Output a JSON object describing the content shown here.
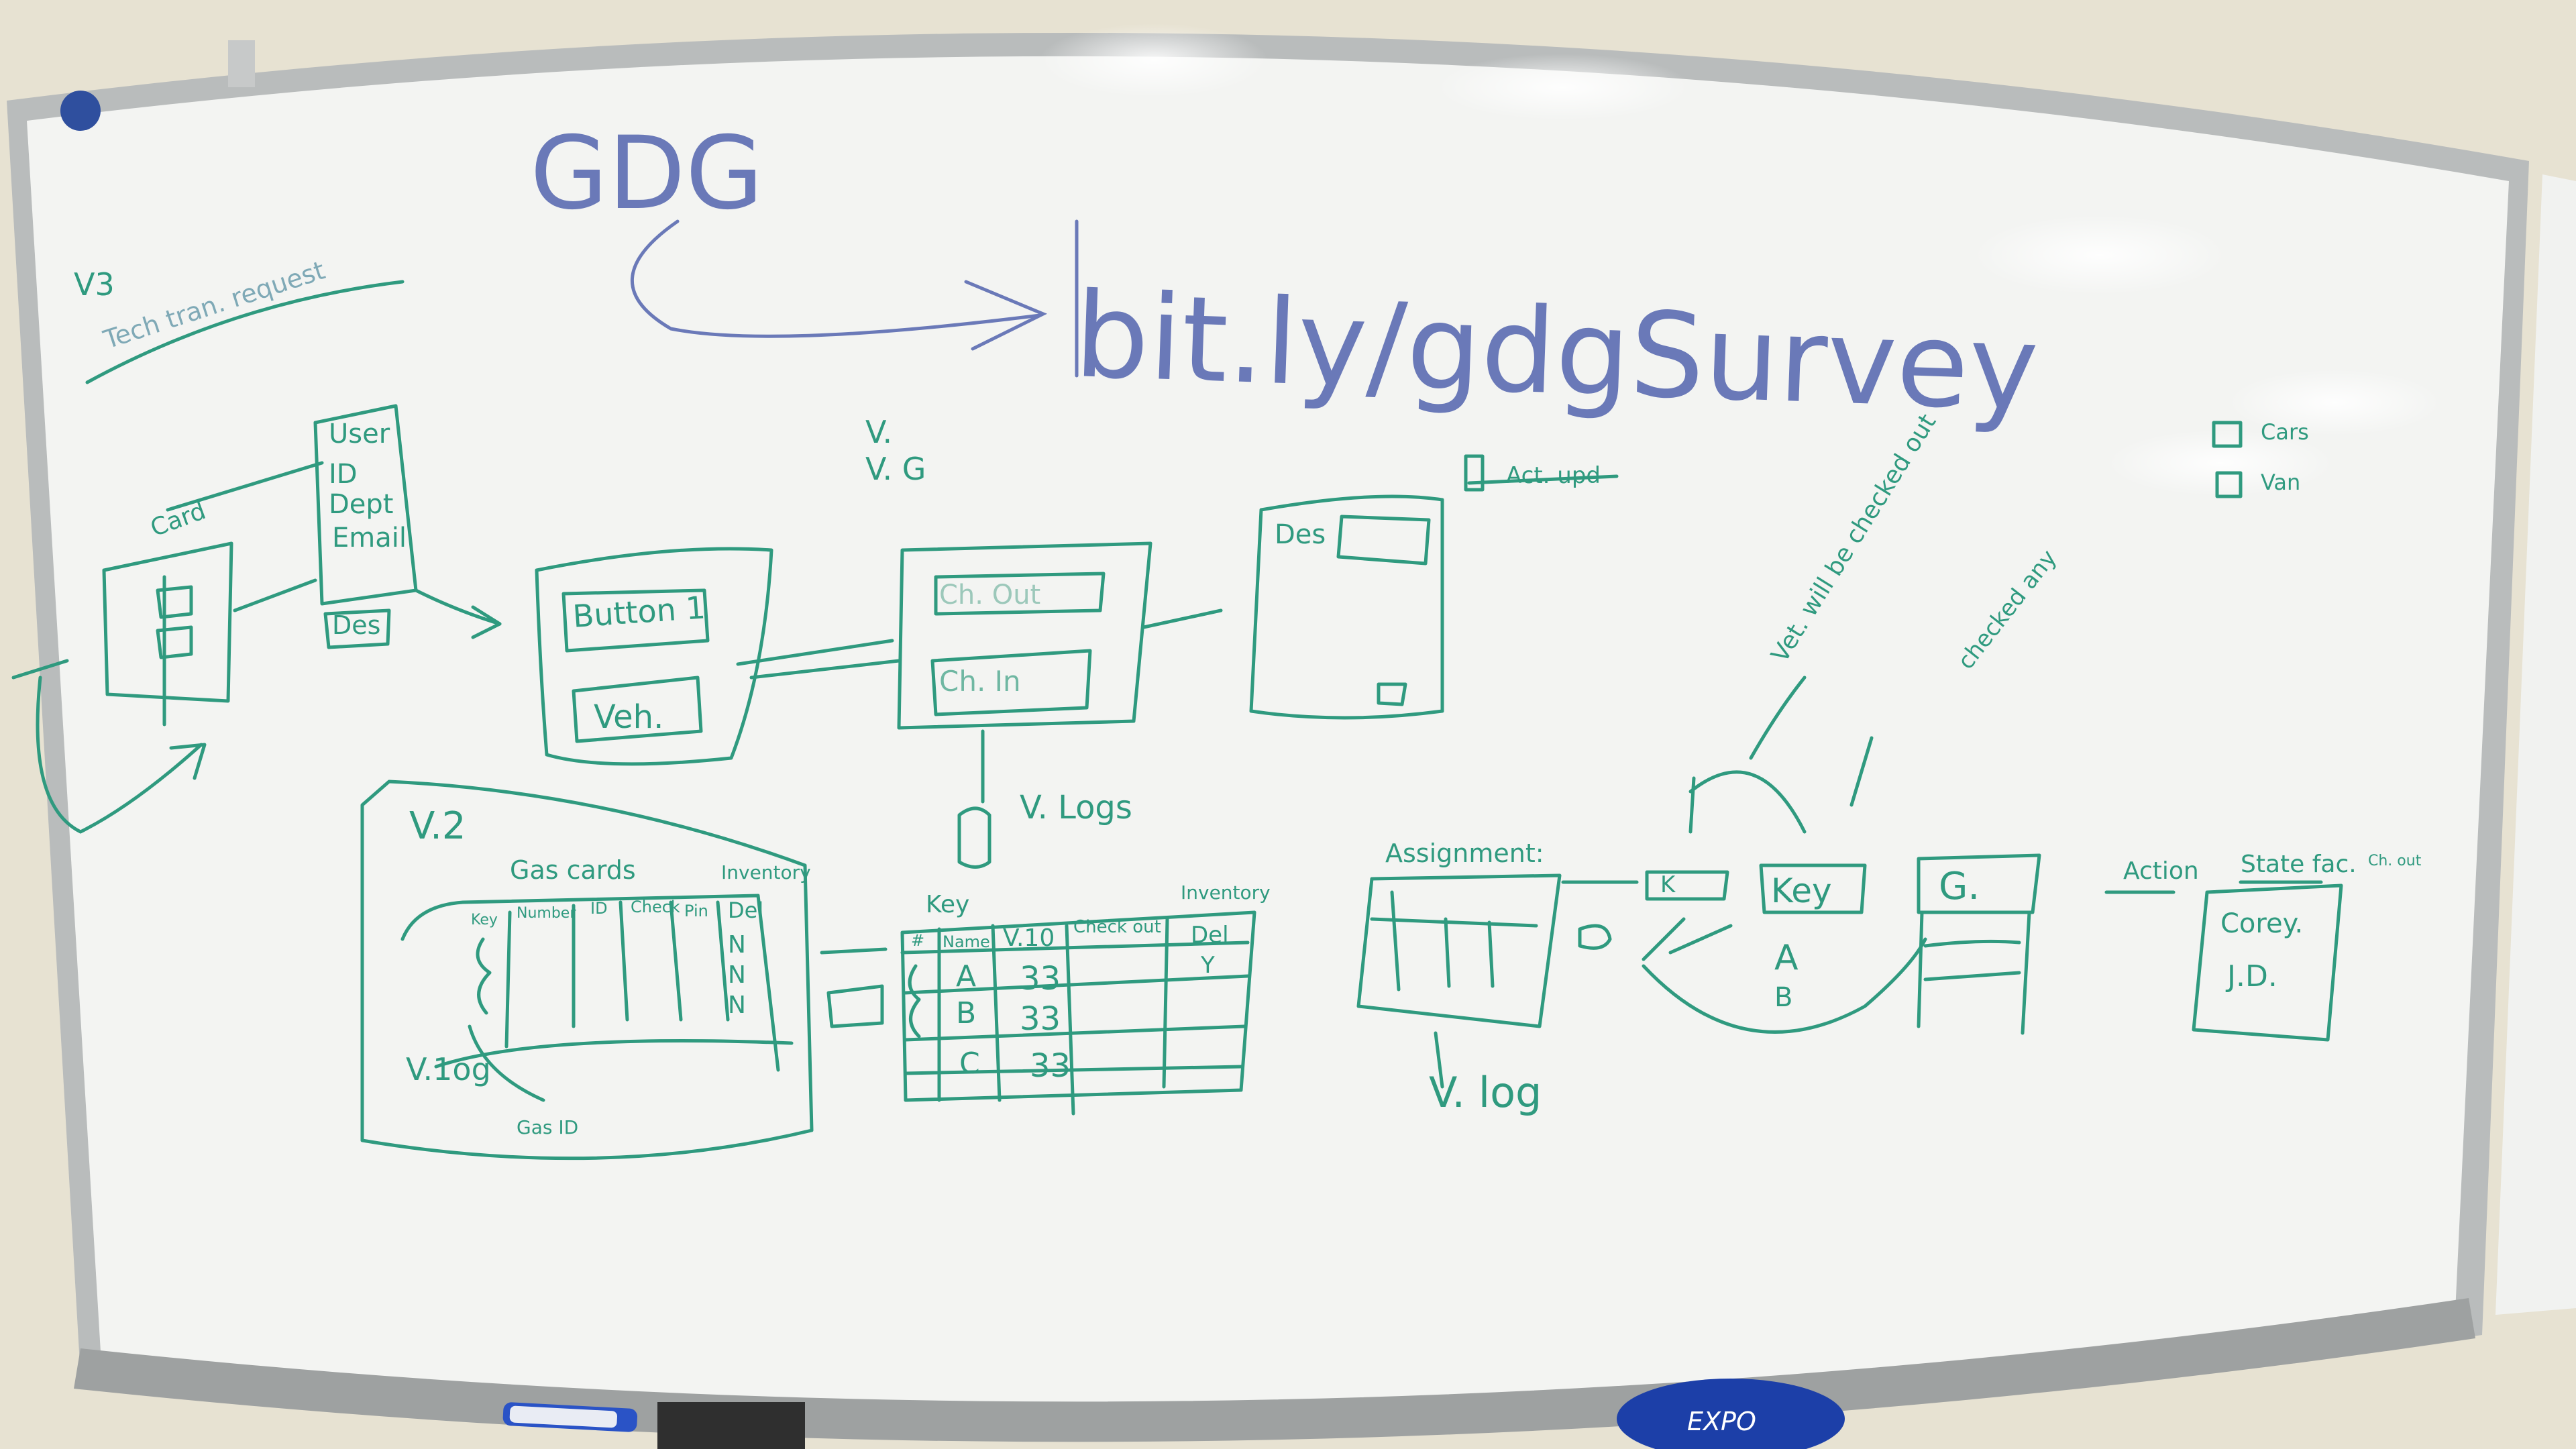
{
  "colors": {
    "wall": "#e7e2d2",
    "board": "#f3f4f2",
    "frame": "#b9bcbc",
    "blue_marker": "#6a79b8",
    "green_marker": "#2f9a7f"
  },
  "board": {
    "gdg": "GDG",
    "url": "bit.ly/gdgSurvey",
    "v3": "V3",
    "v3_note": "Tech tran. request",
    "card": "Card",
    "user_box": [
      "User",
      "ID",
      "Dept",
      "Email"
    ],
    "des": "Des",
    "button": "Button 1",
    "veh": "Veh.",
    "check_out": "Ch. Out",
    "check_in": "Ch. In",
    "v_label": "V.",
    "vg_label": "V. G",
    "v_logs": "V. Logs",
    "v_log_right": "V. log",
    "act_upd": "Act. upd",
    "des_box": "Des",
    "v2": "V.2",
    "gas_cards": "Gas cards",
    "inventory_1": "Inventory",
    "inventory_2": "Inventory",
    "v2_cols": [
      "Key",
      "Number",
      "ID",
      "Check",
      "Pin",
      "Del"
    ],
    "v2_del": [
      "N",
      "N",
      "N"
    ],
    "v1_log": "V.1og",
    "gas_id": "Gas ID",
    "key_title": "Key",
    "key_cols": [
      "#",
      "Name",
      "V.10",
      "Check out",
      "Del"
    ],
    "key_rows": [
      [
        "A",
        "33"
      ],
      [
        "B",
        "33"
      ],
      [
        "C",
        "33"
      ]
    ],
    "key_del_first": "Y",
    "assignment": "Assignment:",
    "legend_car": "Cars",
    "legend_van": "Van",
    "vet_note": "Vet.  will be checked out",
    "checked_any": "checked any",
    "key_box": "Key",
    "g_box": "G.",
    "k_box": "K",
    "ab": [
      "A",
      "B"
    ],
    "action": "Action",
    "state": "State fac.",
    "corey": "Corey.",
    "jd": "J.D.",
    "side_note": "Ch. out",
    "marker_brand": "EXPO"
  }
}
